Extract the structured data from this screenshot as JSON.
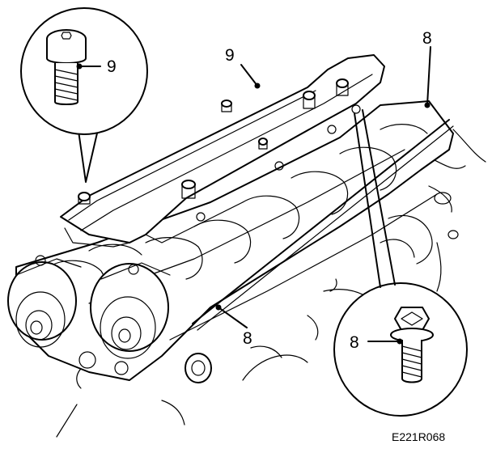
{
  "callouts": {
    "bolt_top": "9",
    "cover_top": "9",
    "gasket_top_right": "8",
    "gasket_bottom": "8",
    "bolt_bottom": "8"
  },
  "figure_code": "E221R068"
}
